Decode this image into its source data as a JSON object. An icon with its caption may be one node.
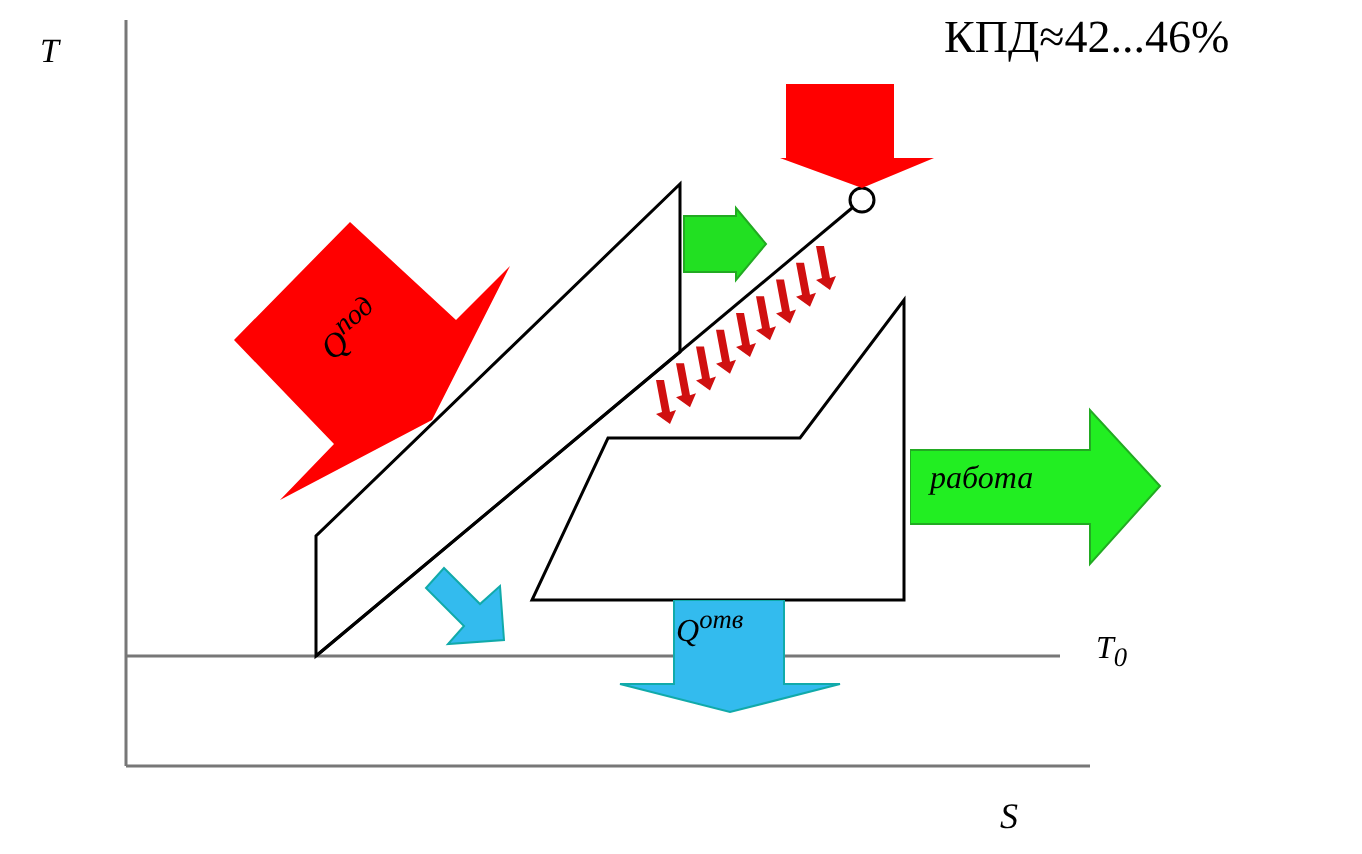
{
  "diagram": {
    "nodes": [
      {
        "text": [
          "Q$^{под}$"
        ]
      },
      {
        "text": [
          "работа"
        ]
      },
      {
        "text": [
          "Q$^{отв}$"
        ]
      }
    ],
    "labels": [
      "T",
      "КПД≈42...46%",
      "T$_{0}$",
      "S"
    ]
  }
}
